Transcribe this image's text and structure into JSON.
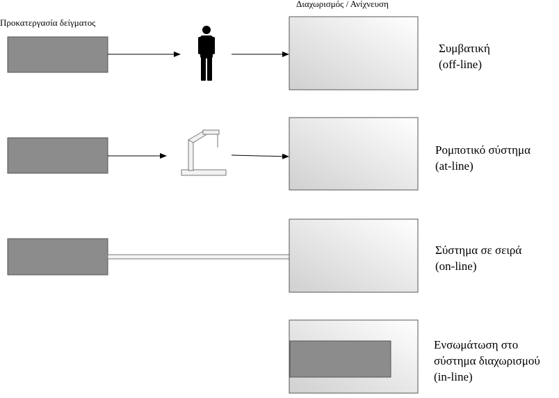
{
  "headers": {
    "preprocessing": "Προκατεργασία δείγματος",
    "separation": "Διαχωρισμός / Ανίχνευση"
  },
  "rows": [
    {
      "id": "offline",
      "link": "person-icon",
      "label_line1": "Συμβατική",
      "label_line2": "(off-line)",
      "label_line3": ""
    },
    {
      "id": "atline",
      "link": "robot-arm-icon",
      "label_line1": "Ρομποτικό σύστημα",
      "label_line2": "(at-line)",
      "label_line3": ""
    },
    {
      "id": "online",
      "link": "transfer-tube",
      "label_line1": "Σύστημα σε σειρά",
      "label_line2": "(on-line)",
      "label_line3": ""
    },
    {
      "id": "inline",
      "link": "embedded-box",
      "label_line1": "Ενσωμάτωση στο",
      "label_line2": "σύστημα διαχωρισμού",
      "label_line3": "(in-line)"
    }
  ],
  "colors": {
    "prep_box": "#8c8c8c",
    "sep_box_light": "#ffffff",
    "sep_box_dark": "#d2d2d2",
    "line": "#000000"
  }
}
